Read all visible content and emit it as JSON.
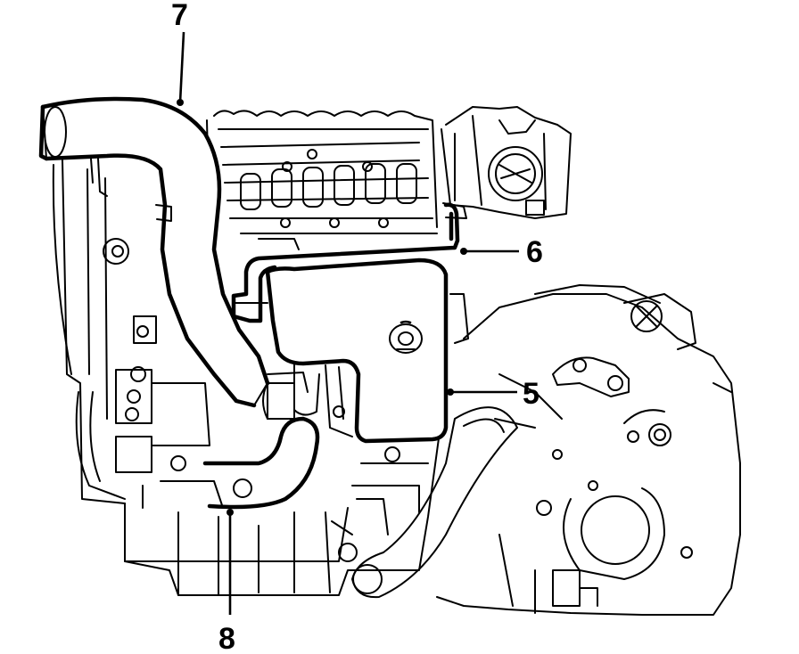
{
  "callouts": [
    {
      "id": "7",
      "label": "7"
    },
    {
      "id": "6",
      "label": "6"
    },
    {
      "id": "5",
      "label": "5"
    },
    {
      "id": "8",
      "label": "8"
    }
  ],
  "colors": {
    "ink": "#000000",
    "paper": "#ffffff"
  }
}
